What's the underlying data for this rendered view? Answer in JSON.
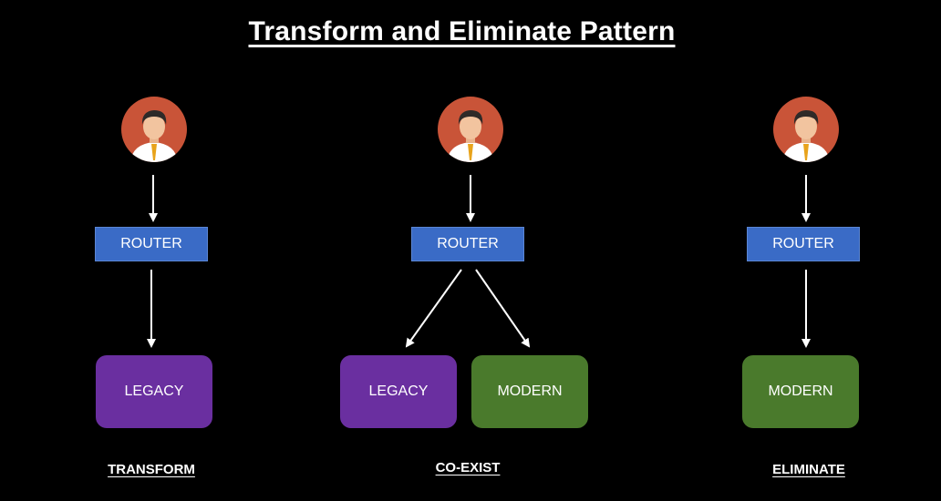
{
  "title": "Transform and Eliminate Pattern",
  "colors": {
    "background": "#000000",
    "router": "#3a6bc6",
    "legacy": "#6a2fa0",
    "modern": "#4a7a2c",
    "avatar_circle": "#c95438",
    "arrow": "#ffffff"
  },
  "columns": [
    {
      "icon": "user-avatar-icon",
      "router_label": "ROUTER",
      "targets": [
        {
          "label": "LEGACY",
          "kind": "legacy"
        }
      ],
      "caption": "TRANSFORM"
    },
    {
      "icon": "user-avatar-icon",
      "router_label": "ROUTER",
      "targets": [
        {
          "label": "LEGACY",
          "kind": "legacy"
        },
        {
          "label": "MODERN",
          "kind": "modern"
        }
      ],
      "caption": "CO-EXIST"
    },
    {
      "icon": "user-avatar-icon",
      "router_label": "ROUTER",
      "targets": [
        {
          "label": "MODERN",
          "kind": "modern"
        }
      ],
      "caption": "ELIMINATE"
    }
  ]
}
